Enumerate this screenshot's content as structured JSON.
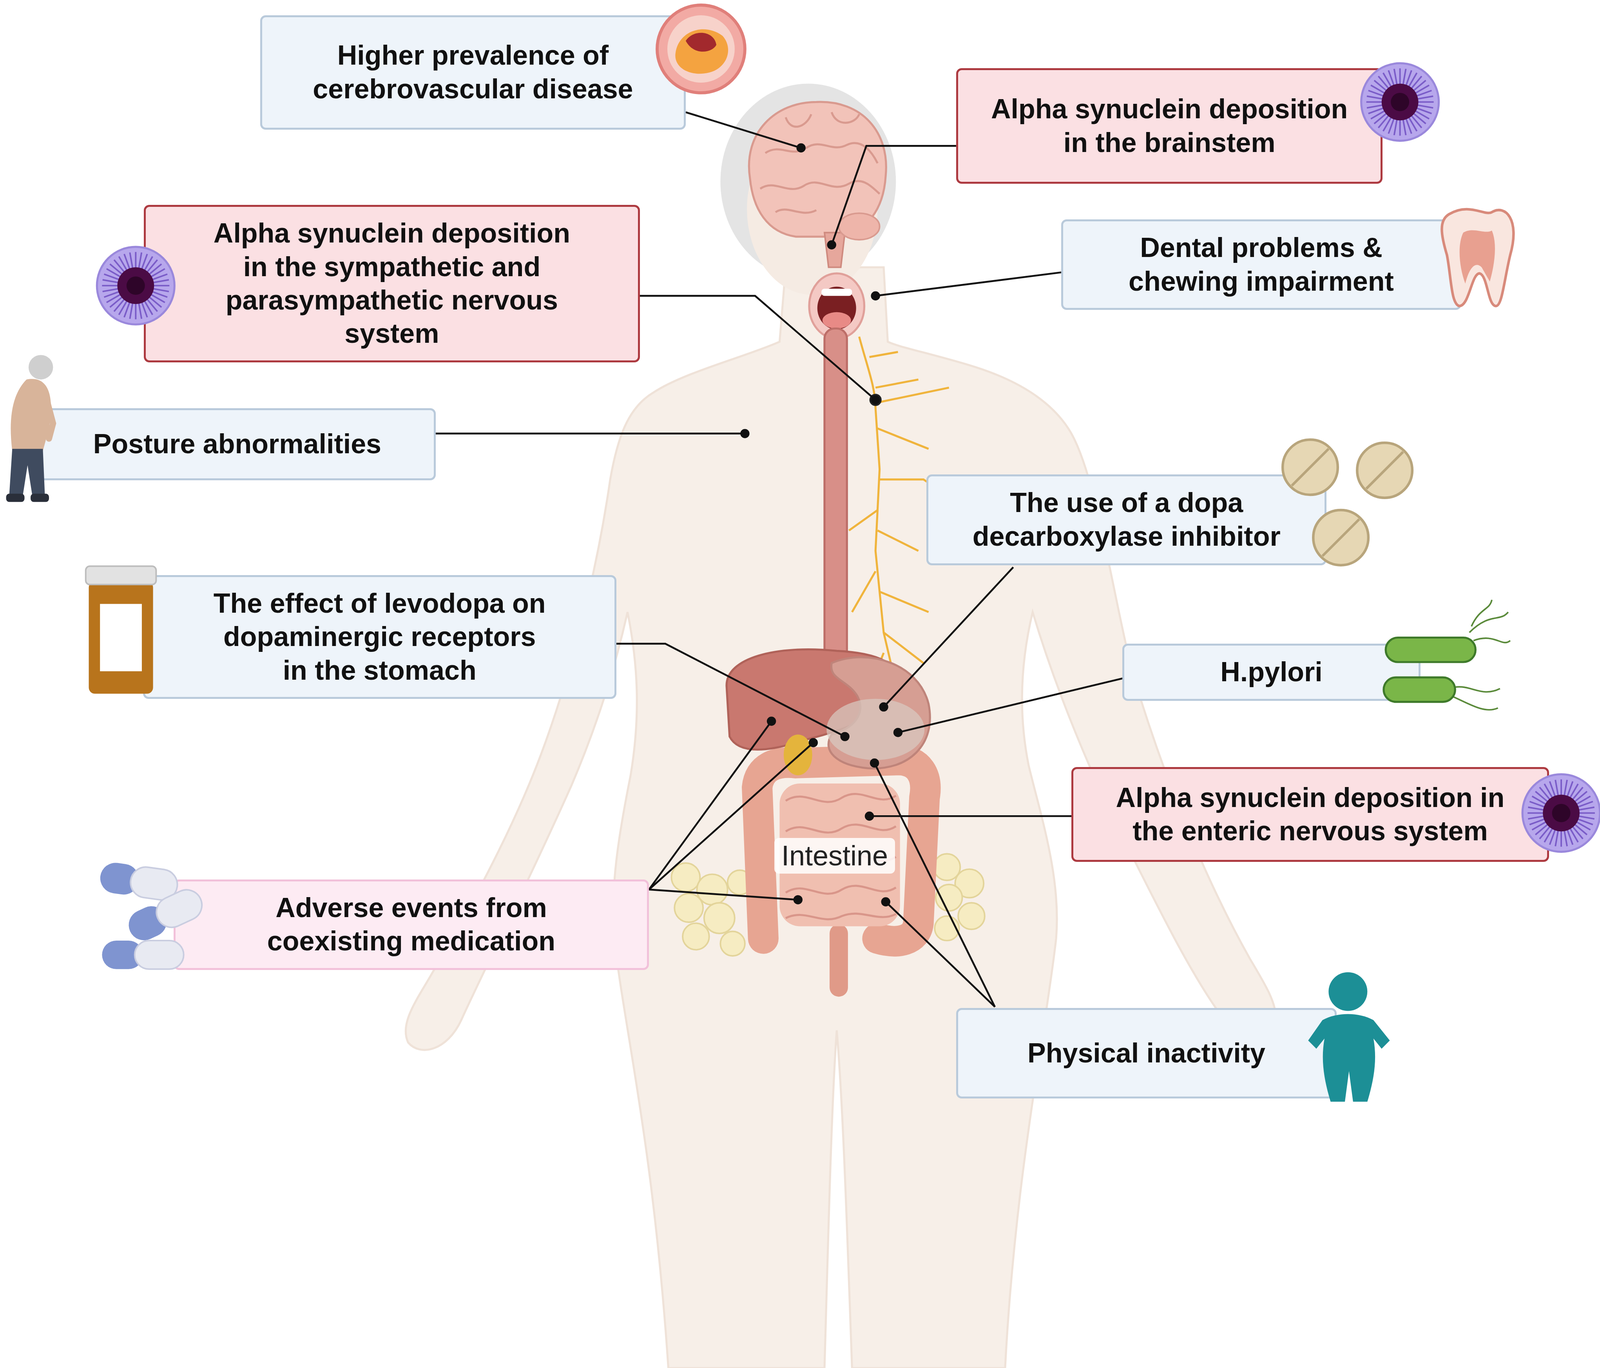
{
  "diagram": {
    "nodes": [
      {
        "text": [
          "Higher prevalence of cerebrovascular disease"
        ]
      },
      {
        "text": [
          "Alpha synuclein deposition in the brainstem"
        ]
      },
      {
        "text": [
          "Alpha synuclein deposition in the sympathetic and parasympathetic nervous system"
        ]
      },
      {
        "text": [
          "Dental problems & chewing impairment"
        ]
      },
      {
        "text": [
          "Posture abnormalities"
        ]
      },
      {
        "text": [
          "The use of a dopa decarboxylase inhibitor"
        ]
      },
      {
        "text": [
          "The effect of levodopa on dopaminergic receptors in the stomach"
        ]
      },
      {
        "text": [
          "H.pylori"
        ]
      },
      {
        "text": [
          "Alpha synuclein deposition in the enteric nervous system"
        ]
      },
      {
        "text": [
          "Adverse events from coexisting medication"
        ]
      },
      {
        "text": [
          "Physical inactivity"
        ]
      }
    ],
    "labels": [
      "Intestine"
    ]
  }
}
